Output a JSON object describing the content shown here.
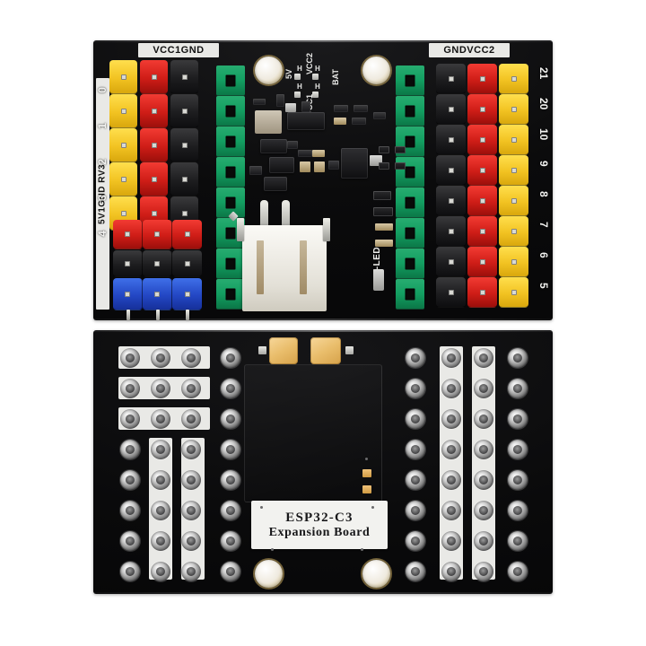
{
  "scene": {
    "title": "ESP32-C3 Expansion Board product photo",
    "background_color": "#ffffff",
    "views": [
      "top",
      "bottom"
    ]
  },
  "board_top": {
    "name": "top-view",
    "pcb_color": "#0c0c0d",
    "silkscreen": {
      "top_left_label": "VCC1GND",
      "top_right_label": "GNDVCC2",
      "left_vertical_label": "5V1GND RV3",
      "bat_led_label": "BAT-LED"
    },
    "center_silk": {
      "vcc2": "VCC2",
      "vcc1": "VCC1",
      "five_v": "5V",
      "bat": "BAT",
      "jumper_marks": [
        "H",
        "H",
        "H",
        "H"
      ]
    },
    "pin_numbers_right": [
      "21",
      "20",
      "10",
      "9",
      "8",
      "7",
      "6",
      "5"
    ],
    "pin_numbers_left": [
      "0",
      "1",
      "2",
      "3",
      "4"
    ],
    "headers": [
      {
        "name": "yellow-header-left",
        "color_hex": "#f2c322",
        "color_name": "yellow",
        "pins": 5,
        "orientation": "vertical"
      },
      {
        "name": "red-header-left",
        "color_hex": "#cf1d17",
        "color_name": "red",
        "pins": 5,
        "orientation": "vertical"
      },
      {
        "name": "black-header-left",
        "color_hex": "#1d1d1f",
        "color_name": "black",
        "pins": 5,
        "orientation": "vertical"
      },
      {
        "name": "green-terminal-left",
        "color_hex": "#139e61",
        "color_name": "green",
        "pins": 8,
        "orientation": "vertical"
      },
      {
        "name": "green-terminal-right",
        "color_hex": "#139e61",
        "color_name": "green",
        "pins": 8,
        "orientation": "vertical"
      },
      {
        "name": "black-header-right",
        "color_hex": "#1d1d1f",
        "color_name": "black",
        "pins": 8,
        "orientation": "vertical"
      },
      {
        "name": "red-header-right",
        "color_hex": "#cf1d17",
        "color_name": "red",
        "pins": 8,
        "orientation": "vertical"
      },
      {
        "name": "yellow-header-right",
        "color_hex": "#f2c322",
        "color_name": "yellow",
        "pins": 8,
        "orientation": "vertical"
      },
      {
        "name": "red-header-bottom-left",
        "color_hex": "#cf1d17",
        "color_name": "red",
        "pins": 3,
        "orientation": "horizontal"
      },
      {
        "name": "black-header-bottom-left",
        "color_hex": "#1d1d1f",
        "color_name": "black",
        "pins": 3,
        "orientation": "horizontal"
      },
      {
        "name": "blue-header-bottom-left",
        "color_hex": "#2347c4",
        "color_name": "blue",
        "pins": 3,
        "orientation": "horizontal"
      }
    ],
    "connector": {
      "name": "jst-battery-connector",
      "color_hex": "#f0ece2",
      "pins": 2
    },
    "mounting_holes": 2
  },
  "board_bottom": {
    "name": "bottom-view",
    "pcb_color": "#0a0a0b",
    "label": {
      "line1": "ESP32-C3",
      "line2": "Expansion Board",
      "label_color": "#f2f2ef"
    },
    "gold_pads": 2,
    "mounting_holes": 2,
    "pad_columns": [
      {
        "name": "pad-col-1",
        "count": 8
      },
      {
        "name": "pad-col-2",
        "count": 8
      },
      {
        "name": "pad-col-3",
        "count": 8
      },
      {
        "name": "pad-col-4",
        "count": 8
      },
      {
        "name": "pad-col-5",
        "count": 8
      },
      {
        "name": "pad-col-6",
        "count": 8
      },
      {
        "name": "pad-col-7",
        "count": 8
      },
      {
        "name": "pad-col-8",
        "count": 8
      }
    ],
    "module_outline": "ESP32-C3 module footprint"
  }
}
